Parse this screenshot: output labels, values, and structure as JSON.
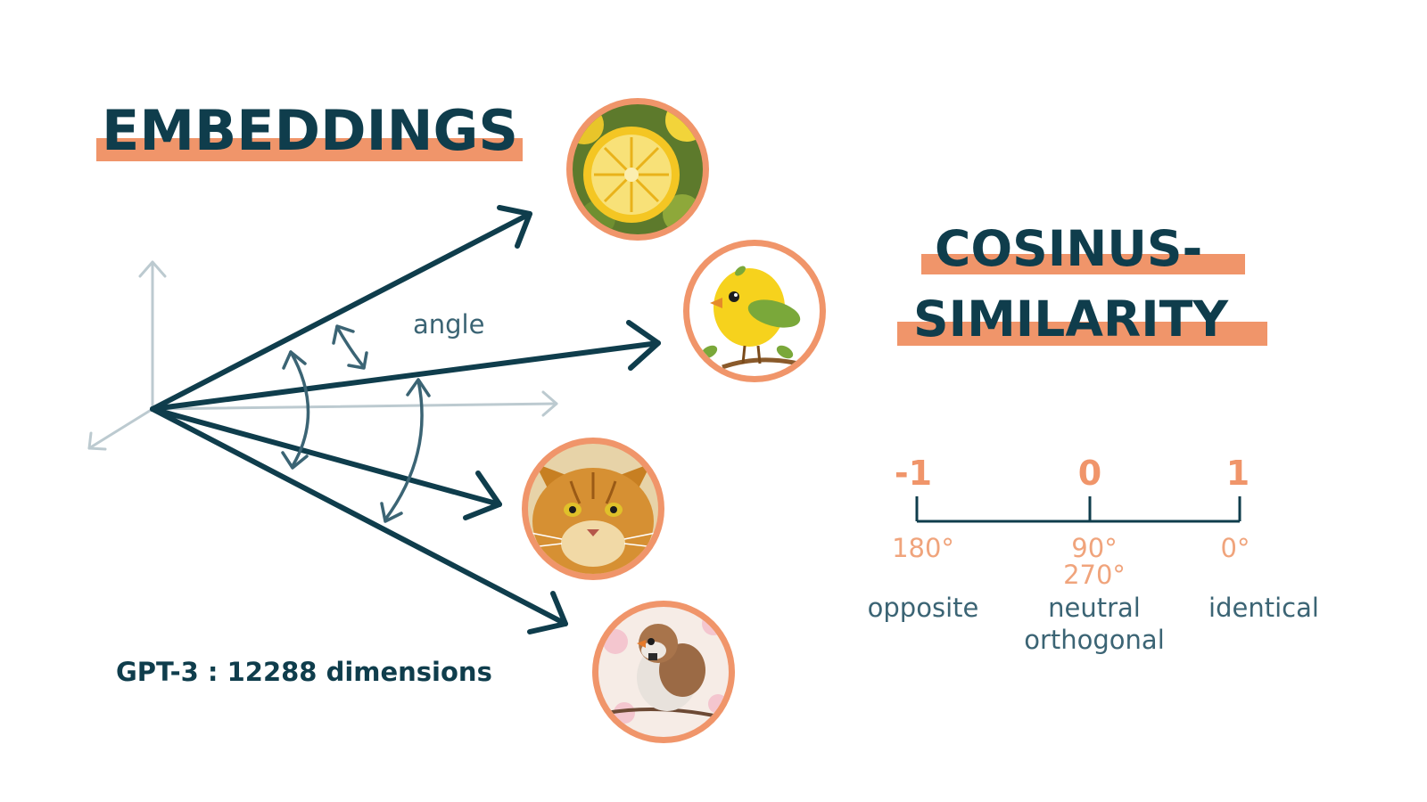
{
  "title": "EMBEDDINGS",
  "subtitle_line1": "COSINUS-",
  "subtitle_line2": "SIMILARITY",
  "angle_label": "angle",
  "footnote": "GPT-3 : 12288 dimensions",
  "scale": {
    "points": [
      {
        "value": "-1",
        "degrees": [
          "180°"
        ],
        "meaning": [
          "opposite"
        ]
      },
      {
        "value": "0",
        "degrees": [
          "90°",
          "270°"
        ],
        "meaning": [
          "neutral",
          "orthogonal"
        ]
      },
      {
        "value": "1",
        "degrees": [
          "0°"
        ],
        "meaning": [
          "identical"
        ]
      }
    ]
  },
  "images": [
    "lemon",
    "yellow-bird",
    "cat",
    "sparrow"
  ],
  "colors": {
    "navy": "#0f3d4c",
    "orange": "#f0956a",
    "axis_gray": "#bccad0",
    "slate": "#3b6474"
  }
}
